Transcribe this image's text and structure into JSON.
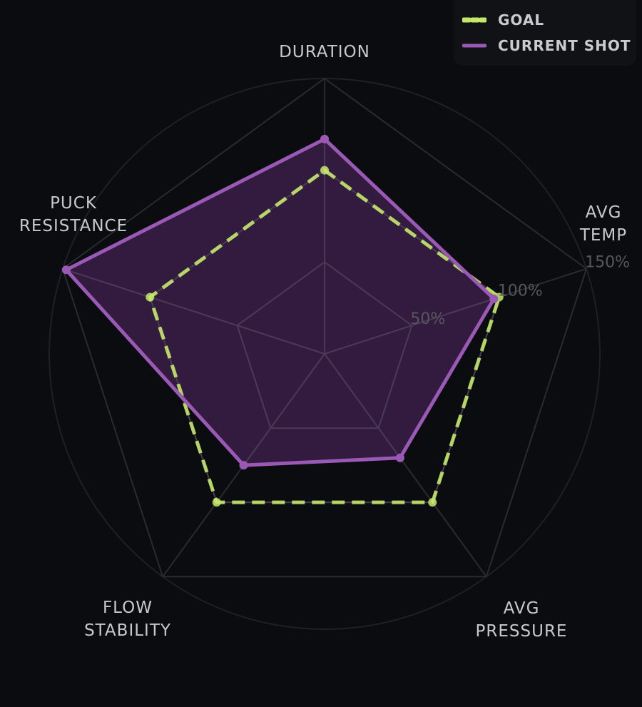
{
  "chart_data": {
    "type": "radar",
    "axes": [
      {
        "label_lines": [
          "DURATION"
        ]
      },
      {
        "label_lines": [
          "AVG",
          "TEMP"
        ]
      },
      {
        "label_lines": [
          "AVG",
          "PRESSURE"
        ]
      },
      {
        "label_lines": [
          "FLOW",
          "STABILITY"
        ]
      },
      {
        "label_lines": [
          "PUCK",
          "RESISTANCE"
        ]
      }
    ],
    "rings": [
      50,
      100,
      150
    ],
    "tick_labels": [
      "50%",
      "100%",
      "150%"
    ],
    "range": [
      0,
      150
    ],
    "series": [
      {
        "name": "GOAL",
        "style": "dashed",
        "color": "#c4e86b",
        "values": [
          100,
          100,
          100,
          100,
          100
        ]
      },
      {
        "name": "CURRENT SHOT",
        "style": "solid",
        "color": "#9b59b6",
        "fill": "#3b1f48",
        "values": [
          117,
          97,
          70,
          75,
          148
        ]
      }
    ],
    "legend_position": "top-right",
    "grid": true
  },
  "legend": {
    "goal_label": "GOAL",
    "current_label": "CURRENT SHOT"
  },
  "colors": {
    "background": "#0b0c10",
    "grid": "#2a2b30",
    "goal": "#c4e86b",
    "current": "#9b59b6"
  }
}
